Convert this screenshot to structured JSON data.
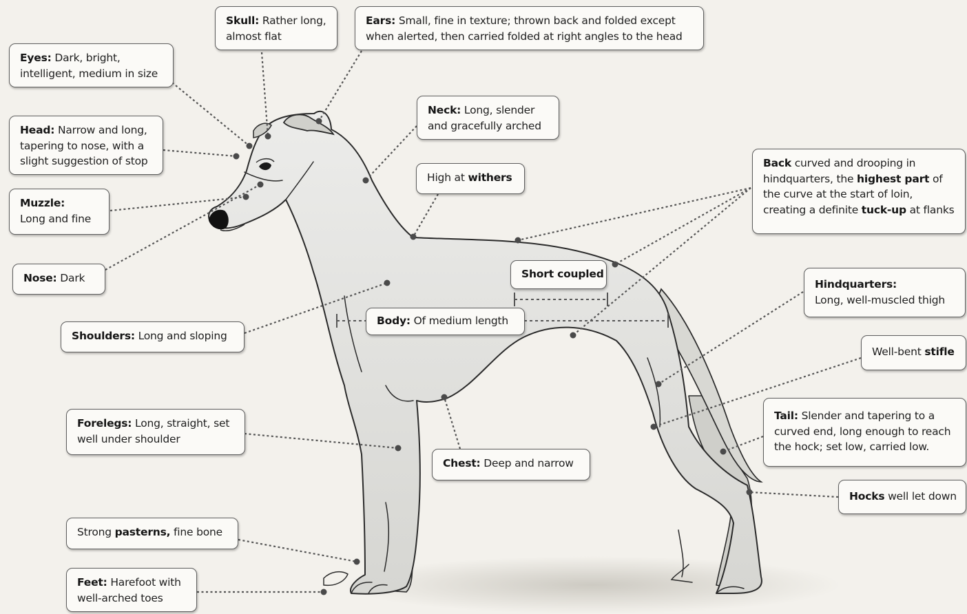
{
  "labels": {
    "eyes": {
      "term": "Eyes:",
      "l1": " Dark, bright,",
      "l2": "intelligent, medium in size"
    },
    "skull": {
      "term": "Skull:",
      "l1": " Rather long,",
      "l2": "almost flat"
    },
    "ears": {
      "term": "Ears:",
      "l1": "  Small, fine in texture; thrown back and folded except",
      "l2": "when alerted, then carried folded at right angles to the head"
    },
    "head": {
      "term": "Head:",
      "l1": " Narrow and long,",
      "l2": "tapering to nose, with a",
      "l3": "slight suggestion of stop"
    },
    "muzzle": {
      "term": "Muzzle:",
      "l2": "Long and fine"
    },
    "nose": {
      "term": "Nose:",
      "l1": " Dark"
    },
    "neck": {
      "term": "Neck:",
      "l1": " Long, slender",
      "l2": "and gracefully arched"
    },
    "withers": {
      "pre": "High at ",
      "term": "withers"
    },
    "back": {
      "term": "Back",
      "l1": " curved and drooping in",
      "l2a": "hindquarters, the ",
      "l2b": "highest part",
      "l2c": " of",
      "l3": "the curve at the start of loin,",
      "l4a": "creating a definite ",
      "l4b": "tuck-up",
      "l4c": " at flanks"
    },
    "short_coupled": {
      "term": "Short coupled"
    },
    "shoulders": {
      "term": "Shoulders:",
      "l1": " Long and sloping"
    },
    "body": {
      "term": "Body:",
      "l1": " Of medium length"
    },
    "hindquarters": {
      "term": "Hindquarters:",
      "l2": "Long, well-muscled thigh"
    },
    "stifle": {
      "pre": "Well-bent ",
      "term": "stifle"
    },
    "tail": {
      "term": "Tail:",
      "l1": " Slender and tapering to a",
      "l2": "curved end, long enough to reach",
      "l3": "the hock; set low, carried low."
    },
    "forelegs": {
      "term": "Forelegs:",
      "l1": " Long, straight, set",
      "l2": "well under shoulder"
    },
    "chest": {
      "term": "Chest:",
      "l1": " Deep and narrow"
    },
    "hocks": {
      "term": "Hocks",
      "l1": " well let down"
    },
    "pasterns": {
      "pre": "Strong ",
      "term": "pasterns,",
      "l1": " fine bone"
    },
    "feet": {
      "term": "Feet:",
      "l1": " Harefoot with",
      "l2": "well-arched toes"
    }
  },
  "colors": {
    "background": "#f3f1ec",
    "box_fill": "#fbfaf7",
    "box_border": "#5e5e5e",
    "leader": "#555555",
    "dog_fill": "#dcdcd7",
    "outline": "#2a2a2a"
  }
}
